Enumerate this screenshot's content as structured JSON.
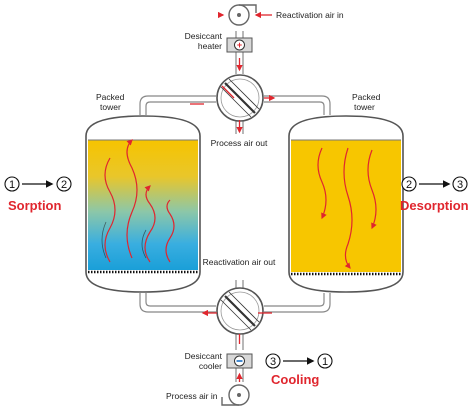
{
  "labels": {
    "reactivation_air_in": "Reactivation air in",
    "desiccant_heater_1": "Desiccant",
    "desiccant_heater_2": "heater",
    "packed_tower_1": "Packed",
    "packed_tower_2": "tower",
    "process_air_out": "Process air out",
    "reactivation_air_out": "Reactivation air out",
    "desiccant_cooler_1": "Desiccant",
    "desiccant_cooler_2": "cooler",
    "process_air_in": "Process air in",
    "sorption": "Sorption",
    "desorption": "Desorption",
    "cooling": "Cooling"
  },
  "steps": {
    "s1": "1",
    "s2": "2",
    "s3": "3"
  },
  "colors": {
    "accent_red": "#e0262e",
    "desorption_fill": "#f7c600",
    "sorption_bottom": "#1a9fd8",
    "pipe": "#7a7a7a"
  }
}
